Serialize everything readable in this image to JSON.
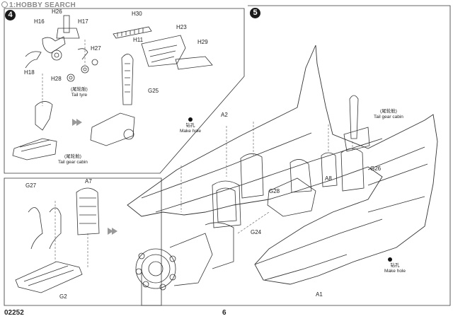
{
  "watermark": "1:HOBBY SEARCH",
  "steps": {
    "step4": "4",
    "step5": "5"
  },
  "parts": {
    "H26": "H26",
    "H16": "H16",
    "H17": "H17",
    "H18": "H18",
    "H27": "H27",
    "H28": "H28",
    "H30": "H30",
    "H11": "H11",
    "H23": "H23",
    "H29": "H29",
    "G25": "G25",
    "A2": "A2",
    "G28": "G28",
    "A8": "A8",
    "G26": "G26",
    "G24": "G24",
    "A1": "A1",
    "G27": "G27",
    "A7": "A7",
    "G2": "G2"
  },
  "notes": {
    "tail_tyre_cn": "(尾轮胎)",
    "tail_tyre_en": "Tail tyre",
    "tail_cabin_cn": "(尾轮舱)",
    "tail_cabin_en": "Tail gear cabin",
    "make_hole_cn": "钻孔",
    "make_hole_en": "Make hole"
  },
  "footer": {
    "code": "02252",
    "page": "6"
  }
}
